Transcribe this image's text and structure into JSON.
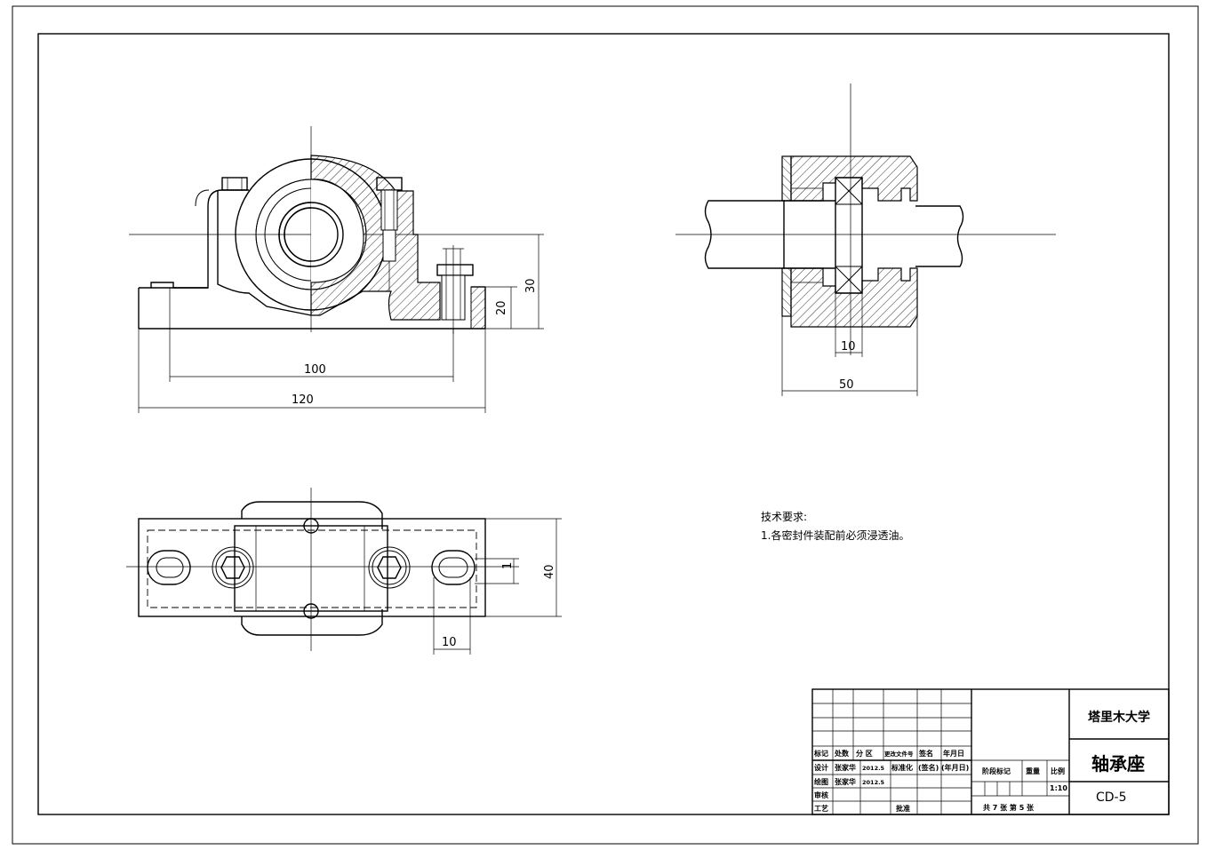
{
  "front_view": {
    "dimensions": {
      "d100": "100",
      "d120": "120",
      "d20": "20",
      "d30": "30"
    }
  },
  "top_view": {
    "dimensions": {
      "d40": "40",
      "d10": "10",
      "d1": "1"
    }
  },
  "side_view": {
    "dimensions": {
      "d10": "10",
      "d50": "50"
    }
  },
  "notes": {
    "heading": "技术要求:",
    "item1": "1.各密封件装配前必须浸透油。"
  },
  "title_block": {
    "revision_headers": {
      "mark": "标记",
      "count": "处数",
      "zone": "分  区",
      "change_doc": "更改文件号",
      "signature": "签名",
      "date": "年月日"
    },
    "design_label": "设计",
    "designer": "张家华",
    "design_date": "2012.5",
    "standardize_label": "标准化",
    "sign_placeholder": "(签名)",
    "date_placeholder": "(年月日)",
    "drawing_label": "绘图",
    "drafter": "张家华",
    "drawing_date": "2012.5",
    "review_label": "审核",
    "process_label": "工艺",
    "approve_label": "批准",
    "stage_mark": "阶段标记",
    "weight": "重量",
    "scale_label": "比例",
    "scale_value": "1:10",
    "sheet_info": "共 7 张 第 5 张",
    "university": "塔里木大学",
    "part_name": "轴承座",
    "drawing_code": "CD-5"
  }
}
